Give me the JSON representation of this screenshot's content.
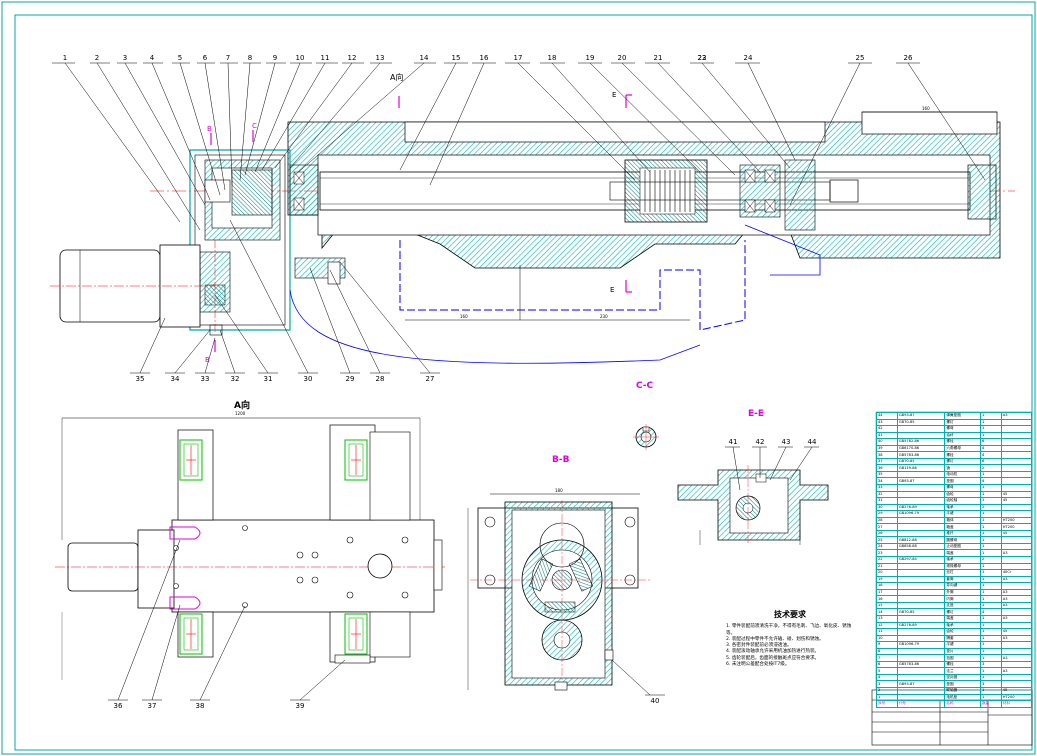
{
  "views": {
    "main_label": "A向",
    "a_view_title": "A向",
    "bb_title": "B-B",
    "cc_title": "C-C",
    "ee_title": "E-E",
    "section_b": "B",
    "section_c": "C",
    "section_e": "E"
  },
  "balloons_top": [
    "1",
    "2",
    "3",
    "4",
    "5",
    "6",
    "7",
    "8",
    "9",
    "10",
    "11",
    "12",
    "13",
    "14",
    "15",
    "16",
    "17",
    "18",
    "19",
    "20",
    "21",
    "22",
    "23",
    "24",
    "25",
    "26"
  ],
  "balloons_bottom": [
    "35",
    "34",
    "33",
    "32",
    "31",
    "30",
    "29",
    "28",
    "27"
  ],
  "balloons_a_view": [
    "36",
    "37",
    "38",
    "39"
  ],
  "balloons_bb": [
    "40"
  ],
  "balloons_ee": [
    "41",
    "42",
    "43",
    "44"
  ],
  "dimensions": {
    "main_left": "160",
    "main_right": "230",
    "main_top": "160",
    "a_view_width": "1200",
    "bb_width": "180"
  },
  "notes": {
    "title": "技术要求",
    "items": [
      "1. 零件装配前须清洗干净，不得有毛刺、飞边、氧化皮、锈蚀等。",
      "2. 装配过程中零件不允许磕、碰、划伤和锈蚀。",
      "3. 各密封件装配前必须浸透油。",
      "4. 装配滚动轴承允许采用机油加热进行热装。",
      "5. 齿轮装配后，齿面的接触斑点应符合要求。",
      "6. 未注明公差配合处按IT7级。"
    ]
  },
  "bom_rows": [
    [
      "44",
      "GB93-87",
      "弹簧垫圈",
      "1",
      "A3"
    ],
    [
      "43",
      "GB70-85",
      "螺钉",
      "1",
      ""
    ],
    [
      "42",
      "",
      "螺母",
      "1",
      ""
    ],
    [
      "41",
      "",
      "油杯",
      "1",
      ""
    ],
    [
      "40",
      "GB5782-86",
      "螺栓",
      "6",
      ""
    ],
    [
      "39",
      "GB6170-86",
      "六角螺母",
      "4",
      ""
    ],
    [
      "38",
      "GB5783-86",
      "螺栓",
      "4",
      ""
    ],
    [
      "37",
      "GB70-85",
      "螺钉",
      "6",
      ""
    ],
    [
      "36",
      "GB119-86",
      "销",
      "2",
      ""
    ],
    [
      "35",
      "",
      "电动机",
      "1",
      ""
    ],
    [
      "34",
      "GB93-87",
      "垫圈",
      "4",
      ""
    ],
    [
      "33",
      "",
      "螺母",
      "1",
      ""
    ],
    [
      "32",
      "",
      "齿轮",
      "1",
      "45"
    ],
    [
      "31",
      "",
      "齿轮轴",
      "1",
      "45"
    ],
    [
      "30",
      "GB276-89",
      "轴承",
      "2",
      ""
    ],
    [
      "29",
      "GB1096-79",
      "平键",
      "1",
      ""
    ],
    [
      "28",
      "",
      "箱体",
      "1",
      "HT200"
    ],
    [
      "27",
      "",
      "箱盖",
      "1",
      "HT200"
    ],
    [
      "26",
      "",
      "推杆",
      "1",
      "45"
    ],
    [
      "25",
      "GB812-88",
      "圆螺母",
      "1",
      ""
    ],
    [
      "24",
      "GB858-88",
      "止动垫圈",
      "1",
      ""
    ],
    [
      "23",
      "",
      "端盖",
      "1",
      "A3"
    ],
    [
      "22",
      "GB297-84",
      "轴承",
      "2",
      ""
    ],
    [
      "21",
      "",
      "滚珠螺母",
      "1",
      ""
    ],
    [
      "20",
      "",
      "丝杠",
      "1",
      "40Cr"
    ],
    [
      "19",
      "",
      "套筒",
      "1",
      "A3"
    ],
    [
      "18",
      "",
      "导向键",
      "1",
      ""
    ],
    [
      "17",
      "",
      "外筒",
      "1",
      "A3"
    ],
    [
      "16",
      "",
      "内筒",
      "1",
      "A3"
    ],
    [
      "15",
      "",
      "支座",
      "1",
      "A3"
    ],
    [
      "14",
      "GB70-85",
      "螺钉",
      "4",
      ""
    ],
    [
      "13",
      "",
      "端盖",
      "1",
      "A3"
    ],
    [
      "12",
      "GB276-89",
      "轴承",
      "1",
      ""
    ],
    [
      "11",
      "",
      "齿轮",
      "1",
      "45"
    ],
    [
      "10",
      "",
      "隔套",
      "1",
      "A3"
    ],
    [
      "9",
      "GB1096-79",
      "平键",
      "1",
      ""
    ],
    [
      "8",
      "",
      "垫片",
      "1",
      ""
    ],
    [
      "7",
      "",
      "挡圈",
      "1",
      "A3"
    ],
    [
      "6",
      "GB5783-86",
      "螺栓",
      "3",
      ""
    ],
    [
      "5",
      "",
      "法兰",
      "1",
      "A3"
    ],
    [
      "4",
      "",
      "密封圈",
      "1",
      ""
    ],
    [
      "3",
      "GB93-87",
      "垫圈",
      "3",
      ""
    ],
    [
      "2",
      "",
      "联轴器",
      "1",
      "45"
    ],
    [
      "1",
      "",
      "电机座",
      "1",
      "HT200"
    ]
  ],
  "bom_header": [
    "序号",
    "代号",
    "名称",
    "数量",
    "材料"
  ],
  "colors": {
    "frame": "#00a8a8",
    "section_fill": "#00b8b8",
    "magenta": "#e000e0",
    "green": "#00c000",
    "blue": "#0000ff",
    "red": "#ff0000",
    "black": "#000000"
  }
}
